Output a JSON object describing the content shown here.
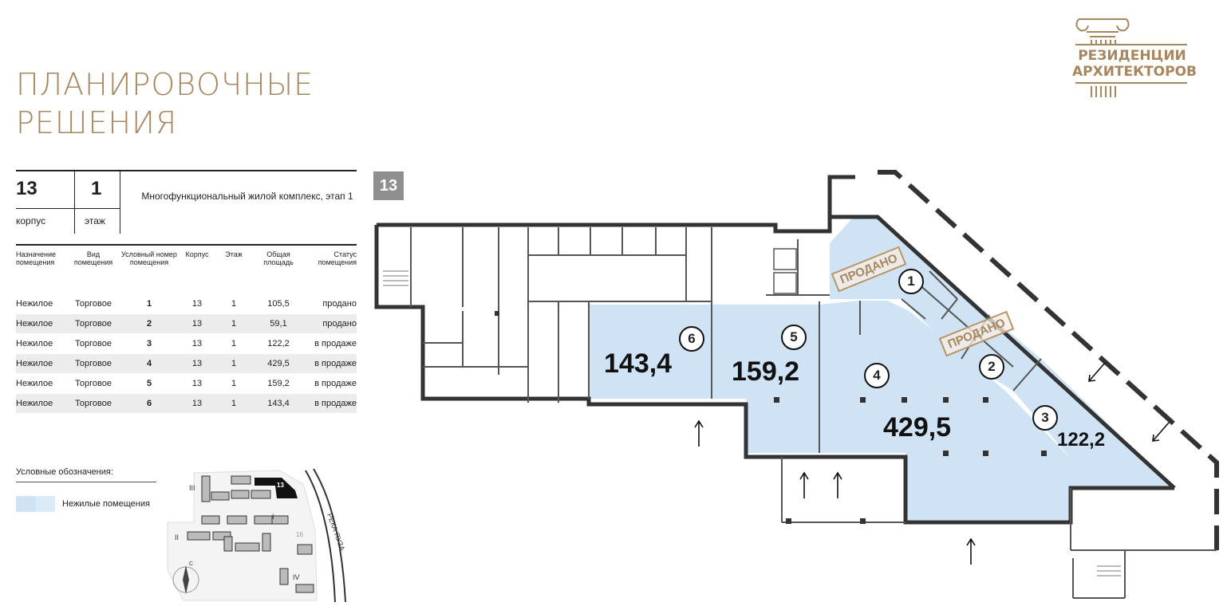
{
  "page": {
    "title_line1": "ПЛАНИРОВОЧНЫЕ",
    "title_line2": "РЕШЕНИЯ"
  },
  "logo": {
    "line1": "РЕЗИДЕНЦИИ",
    "line2": "АРХИТЕКТОРОВ",
    "color": "#a8865e"
  },
  "summary": {
    "building_number": "13",
    "building_label": "корпус",
    "floor_number": "1",
    "floor_label": "этаж",
    "description": "Многофункциональный жилой комплекс, этап 1"
  },
  "table": {
    "headers": [
      "Назначение помещения",
      "Вид помещения",
      "Условный номер помещения",
      "Корпус",
      "Этаж",
      "Общая площадь",
      "Статус помещения"
    ],
    "rows": [
      [
        "Нежилое",
        "Торговое",
        "1",
        "13",
        "1",
        "105,5",
        "продано"
      ],
      [
        "Нежилое",
        "Торговое",
        "2",
        "13",
        "1",
        "59,1",
        "продано"
      ],
      [
        "Нежилое",
        "Торговое",
        "3",
        "13",
        "1",
        "122,2",
        "в продаже"
      ],
      [
        "Нежилое",
        "Торговое",
        "4",
        "13",
        "1",
        "429,5",
        "в продаже"
      ],
      [
        "Нежилое",
        "Торговое",
        "5",
        "13",
        "1",
        "159,2",
        "в продаже"
      ],
      [
        "Нежилое",
        "Торговое",
        "6",
        "13",
        "1",
        "143,4",
        "в продаже"
      ]
    ]
  },
  "legend": {
    "title": "Условные обозначения:",
    "item_label": "Нежилые помещения",
    "item_color": "#cfe3f4"
  },
  "site_map": {
    "river_label": "РЕКА ЯУЗА",
    "building_13": "13",
    "zone_labels": [
      "III",
      "II",
      "I",
      "IV",
      "16"
    ],
    "compass_label": "С"
  },
  "plan": {
    "building_badge": "13",
    "units": [
      {
        "number": "1",
        "area": "",
        "status_stamp": "ПРОДАНО"
      },
      {
        "number": "2",
        "area": "",
        "status_stamp": "ПРОДАНО"
      },
      {
        "number": "3",
        "area": "122,2",
        "status_stamp": ""
      },
      {
        "number": "4",
        "area": "429,5",
        "status_stamp": ""
      },
      {
        "number": "5",
        "area": "159,2",
        "status_stamp": ""
      },
      {
        "number": "6",
        "area": "143,4",
        "status_stamp": ""
      }
    ]
  }
}
